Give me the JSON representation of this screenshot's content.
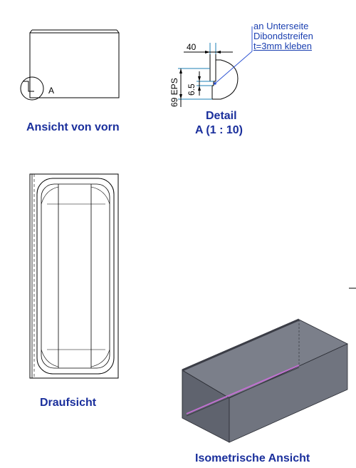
{
  "views": {
    "front": {
      "caption": "Ansicht von vorn",
      "detail_marker": "A"
    },
    "detail": {
      "caption_line1": "Detail",
      "caption_line2": "A  (1 : 10)",
      "dim_width": "40",
      "dim_total": "69 EPS",
      "dim_inner": "6.5",
      "note_line1": "an Unterseite",
      "note_line2": "Dibondstreifen",
      "note_line3": "t=3mm kleben"
    },
    "top": {
      "caption": "Draufsicht"
    },
    "isometric": {
      "caption": "Isometrische Ansicht"
    }
  },
  "colors": {
    "caption": "#1a2f9c",
    "note": "#1a3fb0",
    "leader": "#2f55d4",
    "dimension_line": "#1e7fb5",
    "box_top": "#7b7f8a",
    "box_front": "#5f636e",
    "box_side": "#70747f",
    "strip": "#c070d0"
  }
}
